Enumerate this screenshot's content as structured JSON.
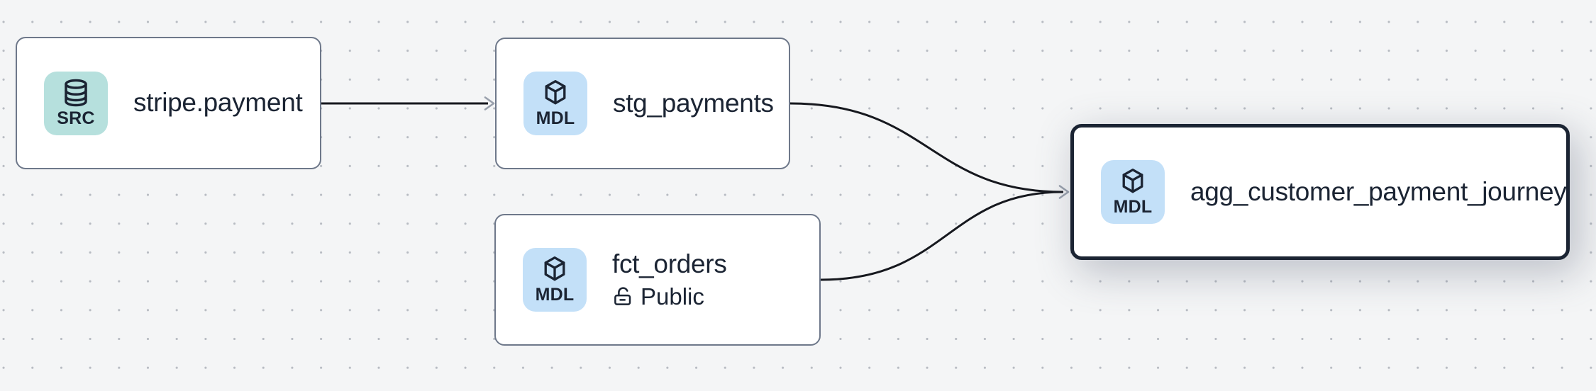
{
  "colors": {
    "background": "#f4f5f6",
    "grid_dot": "#b7bbc2",
    "node_background": "#ffffff",
    "node_border": "#6e788a",
    "selected_node_border": "#1b2433",
    "text": "#1b2433",
    "edge_line": "#16181e",
    "arrowhead": "#99a0ac",
    "source_badge_background": "#b6e0dd",
    "model_badge_background": "#c3e0f8"
  },
  "nodes": [
    {
      "label": "stripe.payment",
      "badge": "SRC",
      "icon": "database-icon",
      "type": "source",
      "selected": false
    },
    {
      "label": "stg_payments",
      "badge": "MDL",
      "icon": "cube-icon",
      "type": "model",
      "selected": false
    },
    {
      "label": "fct_orders",
      "badge": "MDL",
      "icon": "cube-icon",
      "type": "model",
      "access": "Public",
      "selected": false
    },
    {
      "label": "agg_customer_payment_journey",
      "badge": "MDL",
      "icon": "cube-icon",
      "type": "model",
      "selected": true
    }
  ],
  "edges": [
    {
      "source": "stripe.payment",
      "target": "stg_payments"
    },
    {
      "source": "stg_payments",
      "target": "agg_customer_payment_journey"
    },
    {
      "source": "fct_orders",
      "target": "agg_customer_payment_journey"
    }
  ]
}
